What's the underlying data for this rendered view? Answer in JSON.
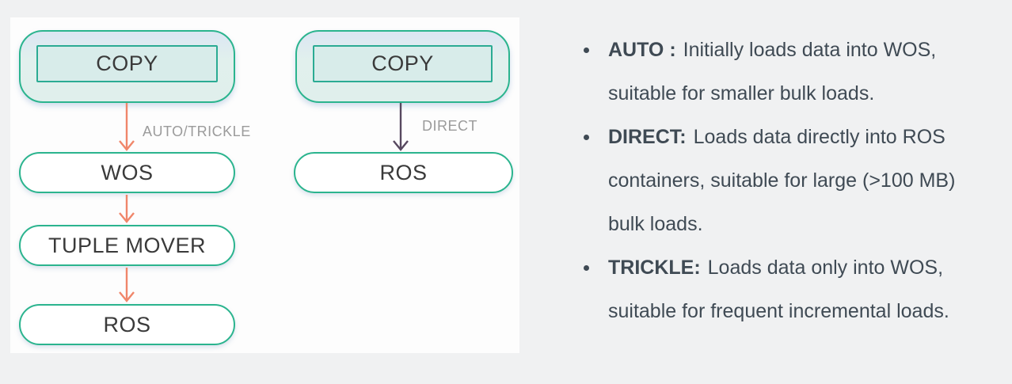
{
  "diagram": {
    "left_flow": {
      "copy_label": "COPY",
      "arrow_label": "AUTO/TRICKLE",
      "wos_label": "WOS",
      "tuple_mover_label": "TUPLE MOVER",
      "ros_label": "ROS"
    },
    "right_flow": {
      "copy_label": "COPY",
      "arrow_label": "DIRECT",
      "ros_label": "ROS"
    }
  },
  "notes": {
    "bullets": [
      {
        "label": "AUTO :",
        "line1": "Initially loads data into WOS,",
        "line2": "suitable for smaller bulk loads."
      },
      {
        "label": "DIRECT:",
        "line1": "Loads data directly into ROS",
        "line2": "containers, suitable for large (>100 MB)",
        "line3": "bulk loads."
      },
      {
        "label": "TRICKLE:",
        "line1": "Loads data only into WOS,",
        "line2": "suitable for frequent incremental loads."
      }
    ]
  },
  "colors": {
    "background": "#f0f1f2",
    "panel": "#fdfdfd",
    "node_border": "#2bb48e",
    "copy_inner_fill": "#d8ecea",
    "arrow_auto_trickle": "#f0866a",
    "arrow_direct": "#57485f",
    "arrow_label": "#9b9b9b",
    "notes_text": "#3f4a54"
  }
}
